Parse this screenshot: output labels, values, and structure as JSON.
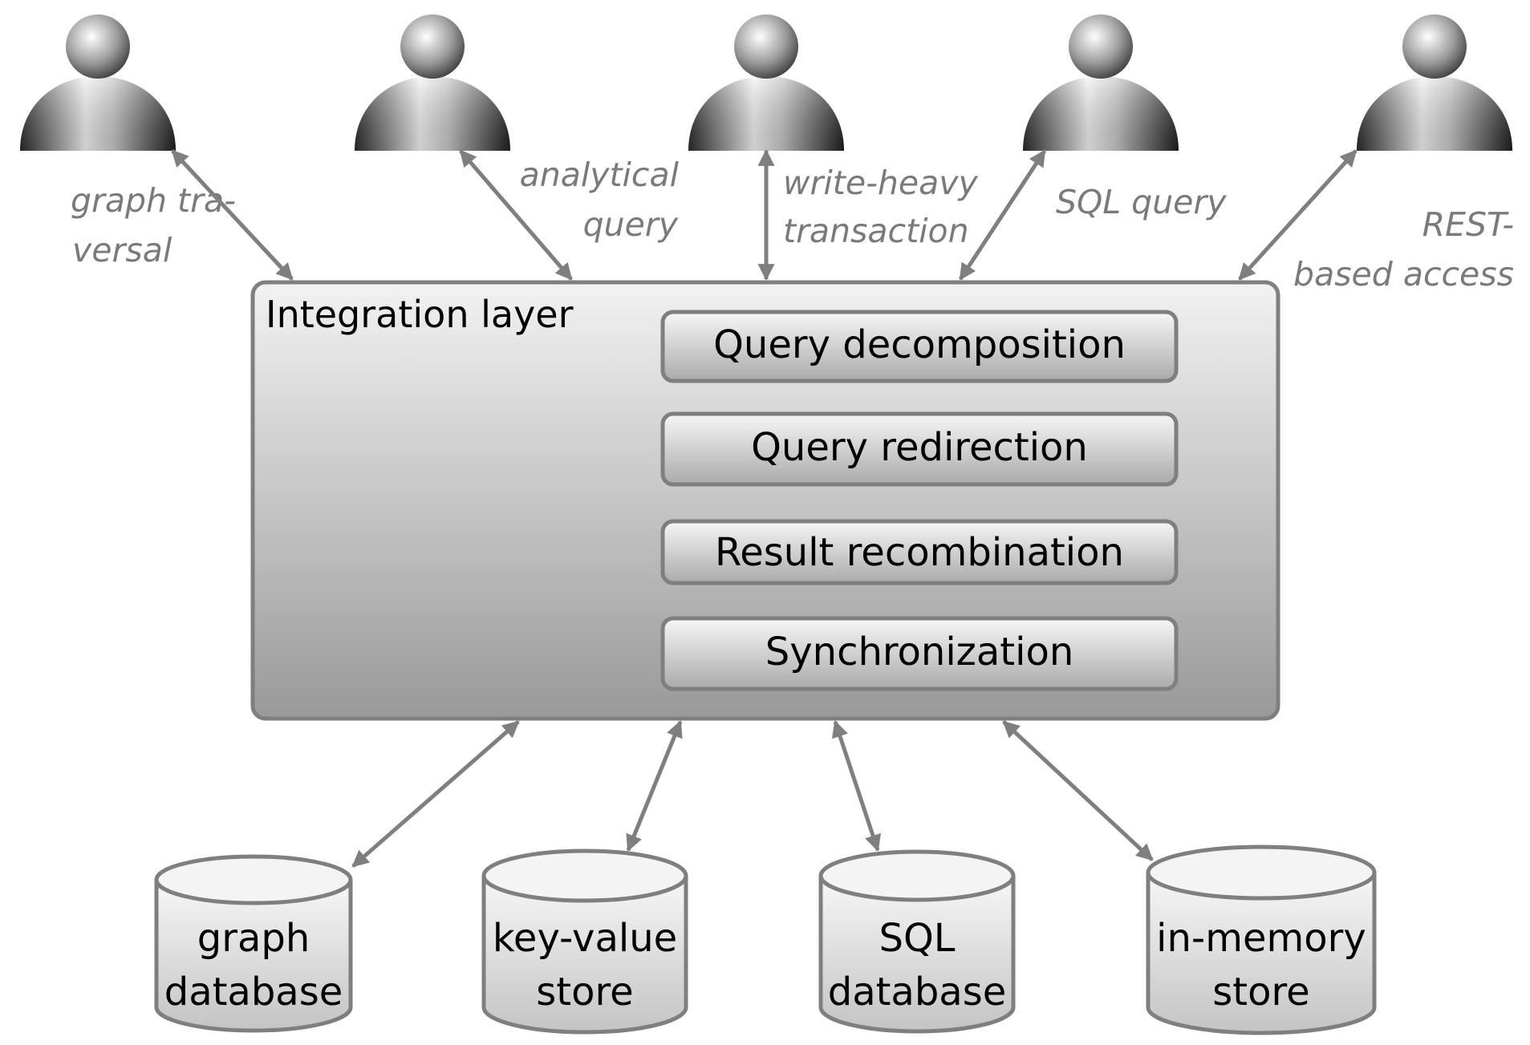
{
  "integration_layer": {
    "title": "Integration layer",
    "modules": [
      "Query decomposition",
      "Query redirection",
      "Result recombination",
      "Synchronization"
    ]
  },
  "users": [
    {
      "icon": "user-icon",
      "label_lines": [
        "graph tra-",
        "versal"
      ]
    },
    {
      "icon": "user-icon",
      "label_lines": [
        "analytical",
        "query"
      ]
    },
    {
      "icon": "user-icon",
      "label_lines": [
        "write-heavy",
        "transaction"
      ]
    },
    {
      "icon": "user-icon",
      "label_lines": [
        "SQL query"
      ]
    },
    {
      "icon": "user-icon",
      "label_lines": [
        "REST-",
        "based access"
      ]
    }
  ],
  "stores": [
    {
      "icon": "database-cylinder-icon",
      "label_lines": [
        "graph",
        "database"
      ]
    },
    {
      "icon": "database-cylinder-icon",
      "label_lines": [
        "key-value",
        "store"
      ]
    },
    {
      "icon": "database-cylinder-icon",
      "label_lines": [
        "SQL",
        "database"
      ]
    },
    {
      "icon": "database-cylinder-icon",
      "label_lines": [
        "in-memory",
        "store"
      ]
    }
  ],
  "colors": {
    "arrow": "#7f7f7f",
    "box_border": "#7f7f7f",
    "label_gray": "#7a7a7a",
    "text": "#000000"
  }
}
